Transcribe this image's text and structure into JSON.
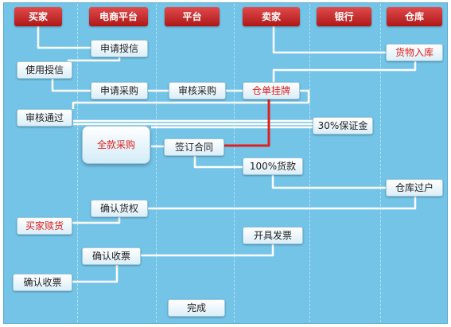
{
  "lanes": [
    "买家",
    "电商平台",
    "平台",
    "卖家",
    "银行",
    "仓库"
  ],
  "steps": {
    "apply_credit": "申请授信",
    "goods_storage": "货物入库",
    "use_credit": "使用授信",
    "apply_purchase": "申请采购",
    "review_purchase": "审核采购",
    "warehouse_listing": "仓单挂牌",
    "review_approved": "审核通过",
    "deposit": "30%保证金",
    "full_purchase": "全款采购",
    "sign_contract": "签订合同",
    "full_payment": "100%货款",
    "warehouse_transfer": "仓库过户",
    "confirm_title": "确认货权",
    "buyer_redeem": "买家赎货",
    "issue_invoice": "开具发票",
    "confirm_invoice_platform": "确认收票",
    "confirm_invoice_buyer": "确认收票",
    "complete": "完成"
  },
  "colors": {
    "panel": "#74c4e8",
    "header": "#c82020",
    "connector": "#ffffff",
    "highlight_connector": "#e0201e",
    "highlight_text": "#e0201e"
  }
}
